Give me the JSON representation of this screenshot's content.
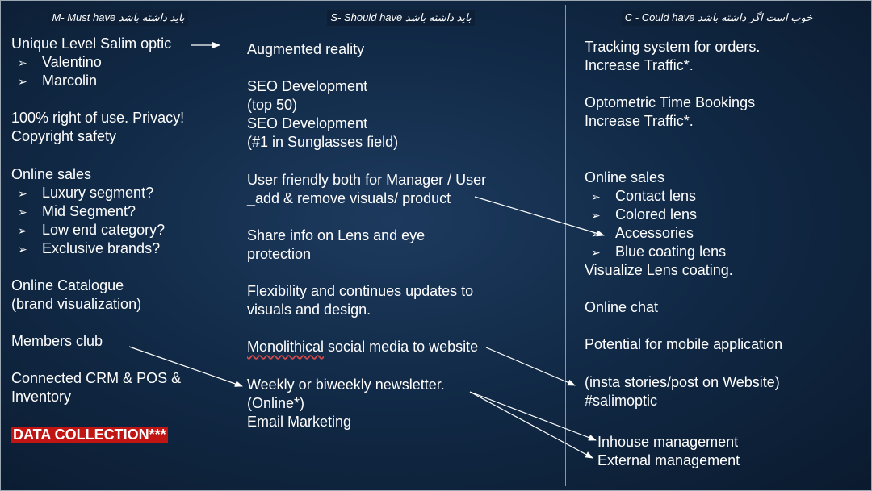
{
  "headers": {
    "must": "M- Must have باید داشته باشد",
    "should": "S- Should have باید داشته باشد",
    "could": "C - Could have خوب است اگر داشته باشد"
  },
  "must": {
    "unique": "Unique Level Salim optic",
    "brands": [
      "Valentino",
      "Marcolin"
    ],
    "rights_1": "100% right of use. Privacy!",
    "rights_2": "Copyright safety",
    "online_sales": "Online sales",
    "segments": [
      "Luxury segment?",
      "Mid Segment?",
      "Low end category?",
      "Exclusive brands?"
    ],
    "catalogue_1": "Online Catalogue",
    "catalogue_2": "(brand visualization)",
    "members": "Members club",
    "crm_1": "Connected CRM & POS &",
    "crm_2": "Inventory",
    "data_collection": "DATA COLLECTION***"
  },
  "should": {
    "ar": "Augmented reality",
    "seo_1": "SEO Development",
    "seo_2": "(top 50)",
    "seo_3": "SEO Development",
    "seo_4": "(#1 in Sunglasses field)",
    "user_1": "User friendly both for Manager / User",
    "user_2": "_add & remove  visuals/ product",
    "share_1": "Share info on Lens and eye",
    "share_2": "protection",
    "flex_1": "Flexibility and continues updates to",
    "flex_2": "visuals and design.",
    "mono_word": "Monolithical",
    "mono_rest": " social media to website",
    "news_1": "Weekly or biweekly newsletter.",
    "news_2": "(Online*)",
    "news_3": "Email Marketing"
  },
  "could": {
    "tracking_1": "Tracking system for orders.",
    "tracking_2": "Increase Traffic*.",
    "opto_1": "Optometric Time Bookings",
    "opto_2": "Increase Traffic*.",
    "online_sales": "Online sales",
    "items": [
      "Contact lens",
      "Colored lens",
      "Accessories",
      "Blue coating lens"
    ],
    "visualize": "Visualize Lens coating.",
    "chat": "Online chat",
    "mobile": "Potential for mobile application",
    "insta_1": "(insta stories/post on Website)",
    "insta_2": "#salimoptic",
    "inhouse": "Inhouse management",
    "external": "External management"
  },
  "bullet_glyph": "➢"
}
